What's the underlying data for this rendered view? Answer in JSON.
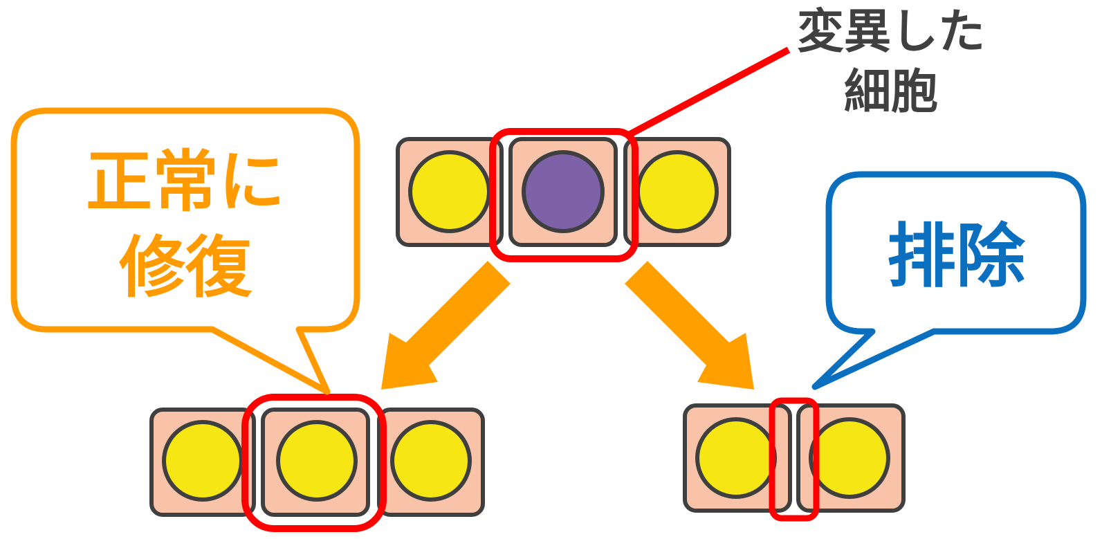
{
  "labels": {
    "mutated_line1": "変異した",
    "mutated_line2": "細胞",
    "repair_line1": "正常に",
    "repair_line2": "修復",
    "exclude": "排除"
  },
  "colors": {
    "cell_fill": "#F8C3A8",
    "cell_border": "#3F3F3F",
    "nucleus_normal": "#F5E614",
    "nucleus_mutated": "#7E62A8",
    "highlight": "#FF0000",
    "arrow": "#FFA000",
    "repair_accent": "#FF9A00",
    "exclude_accent": "#0B6FBF",
    "label_dark": "#404040"
  },
  "cells": {
    "top": [
      "normal",
      "mutated",
      "normal"
    ],
    "bottom_left": [
      "normal",
      "normal",
      "normal"
    ],
    "bottom_right": [
      "normal",
      "normal"
    ]
  }
}
